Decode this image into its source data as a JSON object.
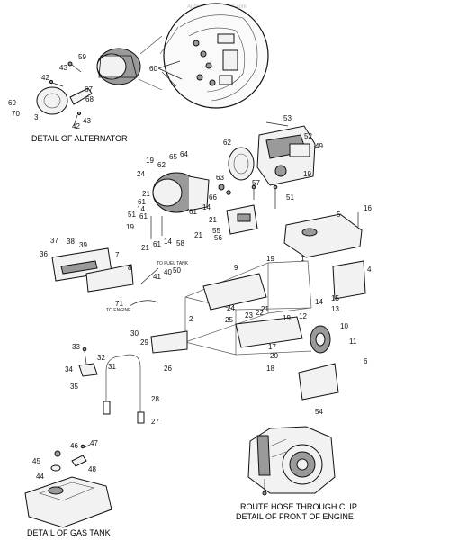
{
  "watermark": "AppliancePartsPros.com",
  "captions": {
    "alternator": "DETAIL OF ALTERNATOR",
    "gas_tank": "DETAIL OF GAS TANK",
    "front_engine_1": "ROUTE HOSE THROUGH CLIP",
    "front_engine_2": "DETAIL OF FRONT OF ENGINE"
  },
  "hose_labels": {
    "to_fuel_tank": "TO FUEL TANK",
    "to_engine": "TO ENGINE"
  },
  "part_numbers": {
    "p1": "1",
    "p2": "2",
    "p3": "3",
    "p4": "4",
    "p5": "5",
    "p6": "6",
    "p7": "7",
    "p8": "8",
    "p9": "9",
    "p10": "10",
    "p11": "11",
    "p12": "12",
    "p13": "13",
    "p14a": "14",
    "p14b": "14",
    "p14c": "14",
    "p14d": "14",
    "p15": "15",
    "p16": "16",
    "p17": "17",
    "p18": "18",
    "p19a": "19",
    "p19b": "19",
    "p19c": "19",
    "p19d": "19",
    "p19e": "19",
    "p20": "20",
    "p21a": "21",
    "p21b": "21",
    "p21c": "21",
    "p21d": "21",
    "p22": "22",
    "p23": "23",
    "p24a": "24",
    "p24b": "24",
    "p25": "25",
    "p26": "26",
    "p27": "27",
    "p28": "28",
    "p29": "29",
    "p30": "30",
    "p31": "31",
    "p32": "32",
    "p33": "33",
    "p34": "34",
    "p35": "35",
    "p36": "36",
    "p37": "37",
    "p38": "38",
    "p39": "39",
    "p40": "40",
    "p41": "41",
    "p42a": "42",
    "p42b": "42",
    "p43a": "43",
    "p43b": "43",
    "p44": "44",
    "p45": "45",
    "p46": "46",
    "p47": "47",
    "p48": "48",
    "p49": "49",
    "p50": "50",
    "p51a": "51",
    "p51b": "51",
    "p52": "52",
    "p53": "53",
    "p54": "54",
    "p55": "55",
    "p56": "56",
    "p57": "57",
    "p58": "58",
    "p59": "59",
    "p60": "60",
    "p61a": "61",
    "p61b": "61",
    "p61c": "61",
    "p61d": "61",
    "p62a": "62",
    "p62b": "62",
    "p63": "63",
    "p64": "64",
    "p65": "65",
    "p66": "66",
    "p67": "67",
    "p68": "68",
    "p69": "69",
    "p70": "70",
    "p71": "71"
  }
}
